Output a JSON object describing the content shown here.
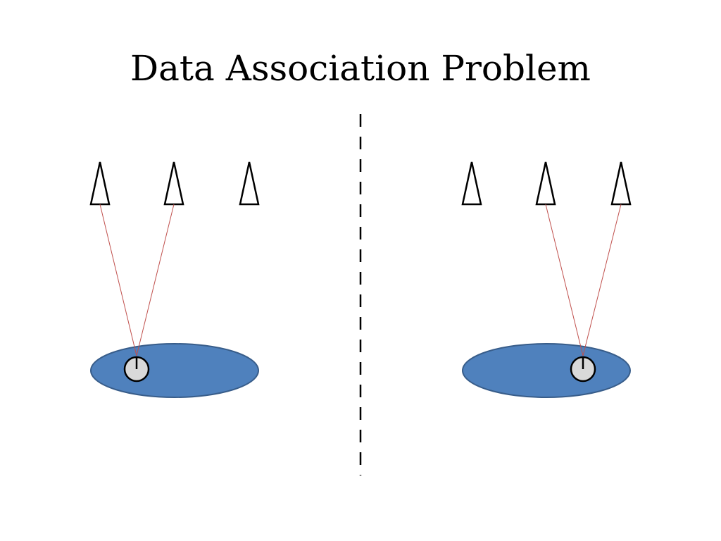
{
  "slide": {
    "title": "Data Association Problem"
  },
  "colors": {
    "background": "#ffffff",
    "robot_uncertainty_fill": "#4f81bd",
    "robot_uncertainty_stroke": "#385d8a",
    "robot_body_fill": "#d9d9d9",
    "landmark_stroke": "#000000",
    "measurement_line": "#c0504d",
    "divider": "#000000"
  },
  "panels": [
    {
      "name": "left",
      "landmark_count": 3,
      "robot_position": "left side of uncertainty ellipse",
      "measurements_to_landmarks": [
        1,
        2
      ]
    },
    {
      "name": "right",
      "landmark_count": 3,
      "robot_position": "right side of uncertainty ellipse",
      "measurements_to_landmarks": [
        2,
        3
      ]
    }
  ]
}
